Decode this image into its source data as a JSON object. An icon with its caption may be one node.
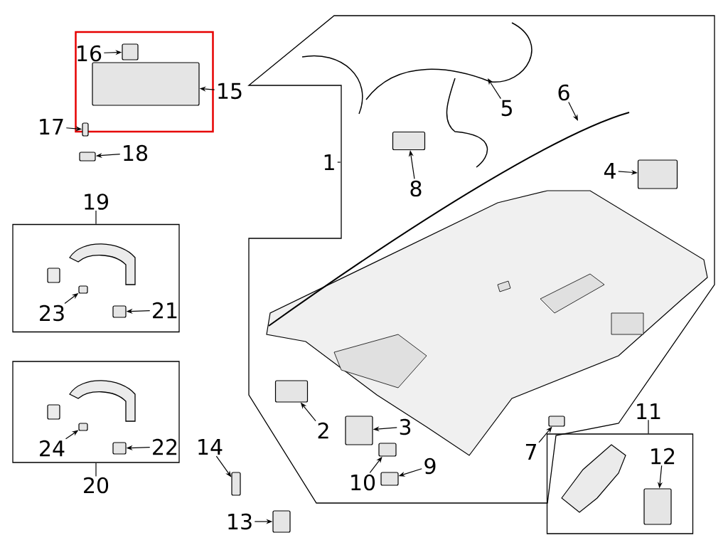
{
  "diagram": {
    "nodes": [
      {
        "text": [],
        "shape": "polygon"
      },
      {
        "text": [
          "1"
        ]
      },
      {
        "text": [
          "2"
        ],
        "in": 0
      },
      {
        "text": [
          "3"
        ],
        "in": 0
      },
      {
        "text": [
          "4"
        ],
        "in": 0
      },
      {
        "text": [
          "5"
        ],
        "in": 0
      },
      {
        "text": [
          "6"
        ],
        "in": 0
      },
      {
        "text": [
          "7"
        ],
        "in": 0
      },
      {
        "text": [
          "8"
        ],
        "in": 0
      },
      {
        "text": [
          "9"
        ],
        "in": 0
      },
      {
        "text": [
          "10"
        ],
        "in": 0
      },
      {
        "text": [
          "11"
        ]
      },
      {
        "text": [
          "12"
        ],
        "in": 11
      },
      {
        "text": [
          "13"
        ]
      },
      {
        "text": [
          "14"
        ]
      },
      {
        "text": [
          "15"
        ]
      },
      {
        "text": [],
        "shape": "box"
      },
      {
        "text": [
          "16"
        ],
        "in": 16
      },
      {
        "text": [
          "17"
        ]
      },
      {
        "text": [
          "18"
        ]
      },
      {
        "text": [
          "19"
        ]
      },
      {
        "text": [
          "21"
        ],
        "in": 20
      },
      {
        "text": [
          "23"
        ],
        "in": 20
      },
      {
        "text": [
          "20"
        ]
      },
      {
        "text": [
          "22"
        ],
        "in": 23
      },
      {
        "text": [
          "24"
        ],
        "in": 23
      },
      {
        "text": [],
        "shape": "box",
        "in": 0
      },
      {
        "text": [],
        "shape": "box",
        "in": 0
      },
      {
        "text": [],
        "shape": "box",
        "in": 0
      },
      {
        "text": [],
        "shape": "box",
        "in": 0
      },
      {
        "text": [],
        "shape": "box",
        "in": 0
      },
      {
        "text": [],
        "shape": "box",
        "in": 0
      },
      {
        "text": [],
        "shape": "box",
        "in": 0
      },
      {
        "text": [],
        "shape": "box",
        "in": 11
      },
      {
        "text": [],
        "shape": "box"
      },
      {
        "text": [],
        "shape": "box"
      },
      {
        "text": [],
        "shape": "box",
        "in": 16
      },
      {
        "text": [],
        "shape": "box",
        "in": 16
      },
      {
        "text": [],
        "shape": "box"
      },
      {
        "text": [],
        "shape": "box"
      },
      {
        "text": [],
        "shape": "box",
        "in": 20
      },
      {
        "text": [],
        "shape": "box",
        "in": 20
      },
      {
        "text": [],
        "shape": "box",
        "in": 23
      },
      {
        "text": [],
        "shape": "box",
        "in": 23
      }
    ],
    "edges": [
      {
        "from": 1,
        "to": 0,
        "arrow": "none"
      },
      {
        "from": 2,
        "to": 26,
        "arrow": "to"
      },
      {
        "from": 3,
        "to": 27,
        "arrow": "to"
      },
      {
        "from": 4,
        "to": 28,
        "arrow": "to"
      },
      {
        "from": 5,
        "to": null,
        "arrow": "to"
      },
      {
        "from": 6,
        "to": null,
        "arrow": "to"
      },
      {
        "from": 7,
        "to": 29,
        "arrow": "to"
      },
      {
        "from": 8,
        "to": 30,
        "arrow": "to"
      },
      {
        "from": 9,
        "to": 31,
        "arrow": "to"
      },
      {
        "from": 10,
        "to": 32,
        "arrow": "to"
      },
      {
        "from": 12,
        "to": 33,
        "arrow": "to"
      },
      {
        "from": 13,
        "to": 34,
        "arrow": "to"
      },
      {
        "from": 14,
        "to": 35,
        "arrow": "to"
      },
      {
        "from": 15,
        "to": 36,
        "arrow": "to"
      },
      {
        "from": 17,
        "to": 37,
        "arrow": "to"
      },
      {
        "from": 18,
        "to": 38,
        "arrow": "to"
      },
      {
        "from": 19,
        "to": 39,
        "arrow": "to"
      },
      {
        "from": 21,
        "to": 40,
        "arrow": "to"
      },
      {
        "from": 22,
        "to": 41,
        "arrow": "to"
      },
      {
        "from": 24,
        "to": 42,
        "arrow": "to"
      },
      {
        "from": 25,
        "to": 43,
        "arrow": "to"
      }
    ]
  }
}
